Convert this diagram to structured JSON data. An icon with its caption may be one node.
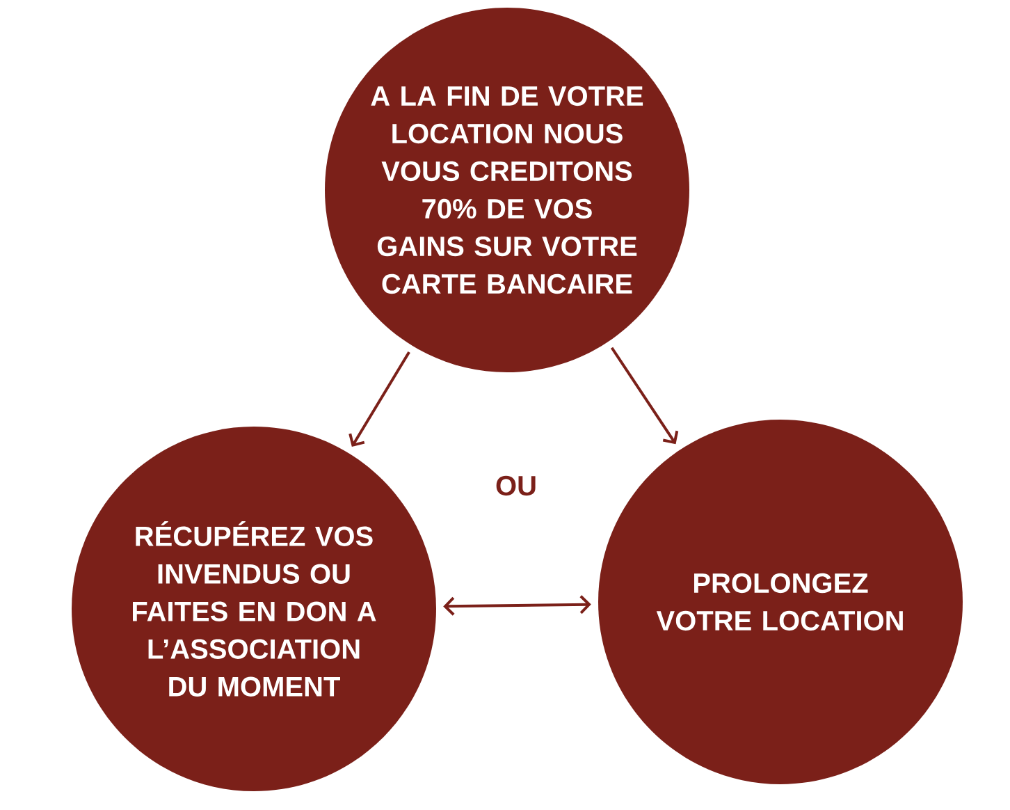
{
  "diagram": {
    "nodes": [
      {
        "text": [
          "A LA FIN DE VOTRE LOCATION NOUS VOUS CREDITONS 70% DE VOS GAINS SUR VOTRE CARTE BANCAIRE"
        ]
      },
      {
        "text": [
          "RÉCUPÉREZ VOS INVENDUS OU FAITES EN DON A L’ASSOCIATION DU MOMENT"
        ]
      },
      {
        "text": [
          "PROLONGEZ VOTRE LOCATION"
        ]
      }
    ],
    "edges": [
      {
        "from": 0,
        "to": 1,
        "arrow": "to"
      },
      {
        "from": 0,
        "to": 2,
        "arrow": "to"
      },
      {
        "from": 1,
        "to": 2,
        "arrow": "both"
      }
    ],
    "labels": [
      "OU"
    ]
  }
}
